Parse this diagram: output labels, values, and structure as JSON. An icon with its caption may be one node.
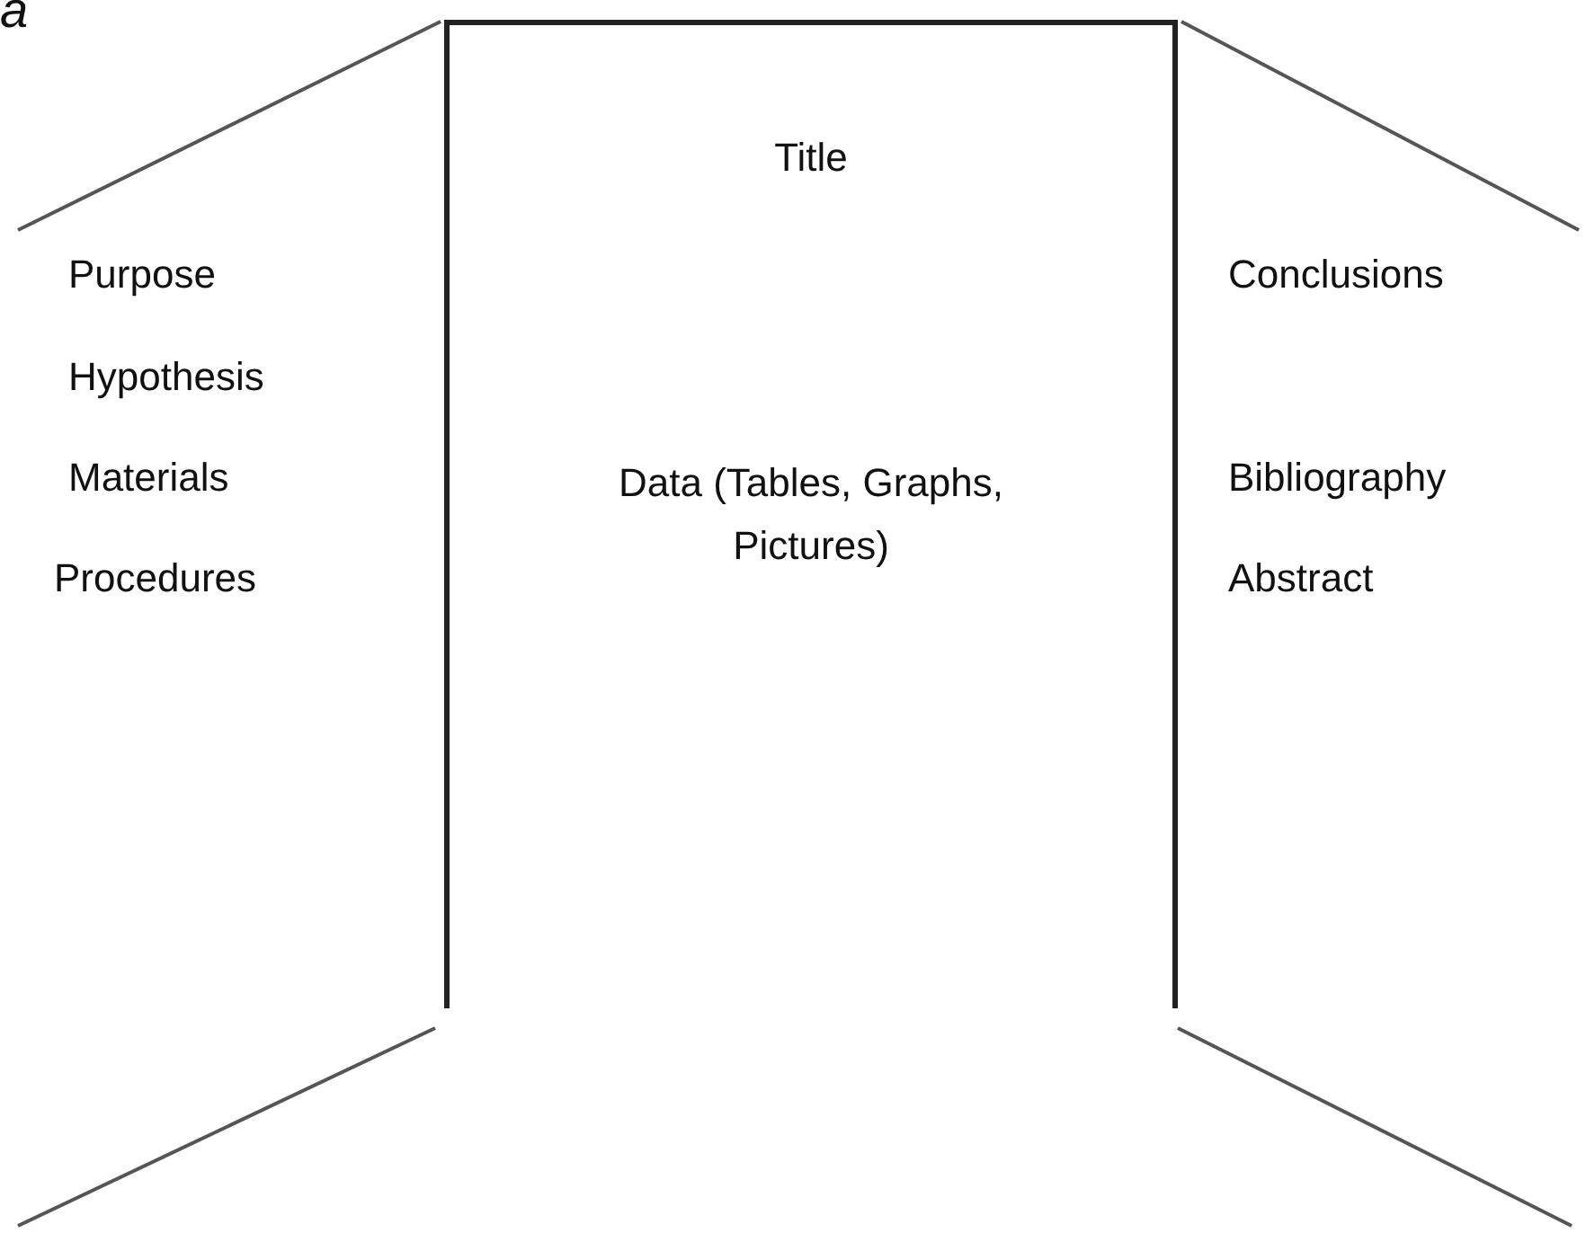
{
  "diagram": {
    "nodes": [
      {
        "text": [
          "Purpose",
          "Hypothesis",
          "Materials",
          "Procedures"
        ]
      },
      {
        "text": [
          "Title",
          "Data (Tables, Graphs, Pictures)"
        ]
      },
      {
        "text": [
          "Conclusions",
          "Bibliography",
          "Abstract"
        ]
      }
    ],
    "labels": [
      "a"
    ]
  }
}
